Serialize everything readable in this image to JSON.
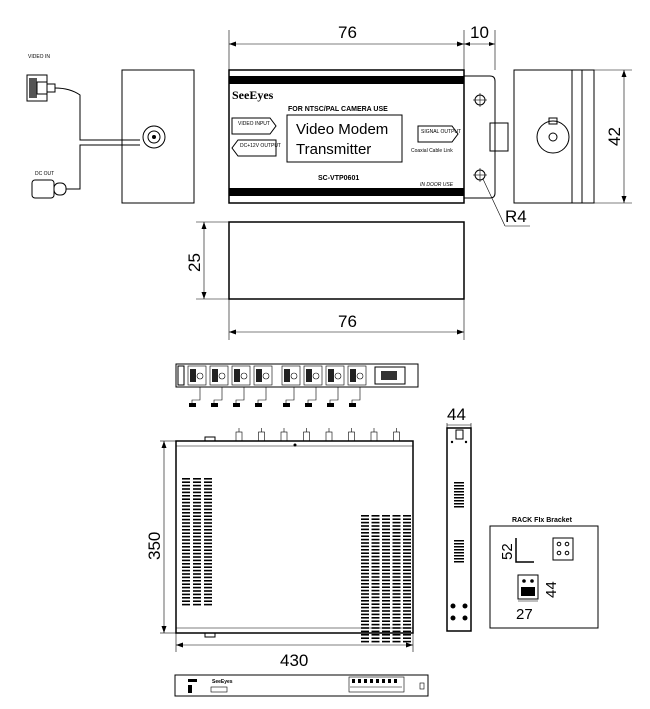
{
  "labels": {
    "video_in": "VIDEO IN",
    "dc_out": "DC OUT",
    "brand": "SeeEyes",
    "for_use": "FOR NTSC/PAL CAMERA USE",
    "video_input": "VIDEO INPUT",
    "dc_output": "DC+12V OUTPUT",
    "title_line1": "Video Modem",
    "title_line2": "Transmitter",
    "signal_output": "SIGNAL OUTPUT",
    "coaxial": "Coaxial Cable Link",
    "model": "SC-VTP0601",
    "indoor": "IN DOOR USE",
    "rack_bracket": "RACK FIx Bracket",
    "rack_brand": "SeeEyes"
  },
  "dimensions": {
    "width_top": "76",
    "tab": "10",
    "height_side": "42",
    "radius": "R4",
    "depth": "25",
    "width_bottom": "76",
    "rack_side_width": "44",
    "rack_depth": "350",
    "rack_width": "430",
    "bracket_h": "52",
    "bracket_w": "44",
    "bracket_d": "27"
  }
}
